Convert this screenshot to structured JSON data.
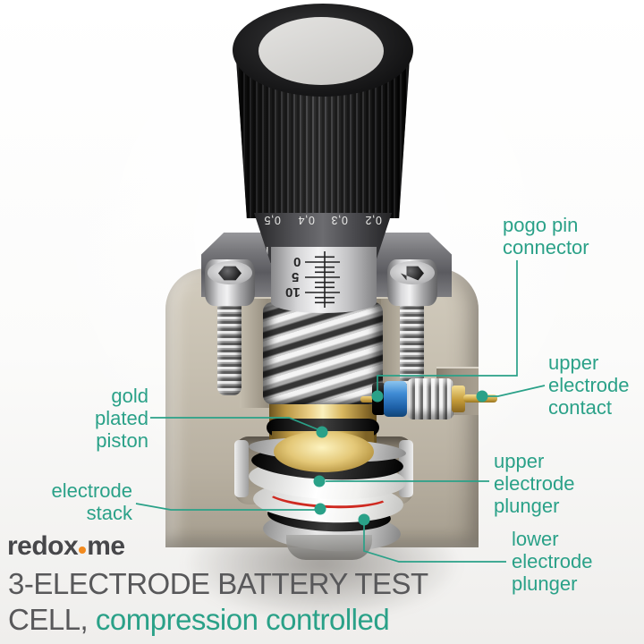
{
  "brand": {
    "logo_part1": "redox",
    "logo_part2": "me"
  },
  "title": {
    "line1": "3-ELECTRODE BATTERY TEST",
    "line2_dark": "CELL,",
    "line2_accent": "compression controlled"
  },
  "colors": {
    "accent_teal": "#2aa188",
    "title_gray": "#58585a",
    "logo_gray": "#47474a",
    "logo_dot_orange": "#f28a1e",
    "piston_gold": "#e8cd85",
    "connector_blue": "#2f7fd0",
    "electrode_stack_red": "#cf2a21",
    "body_tan": "#c6bfb0"
  },
  "labels": {
    "pogo_pin": {
      "lines": [
        "pogo pin",
        "connector"
      ]
    },
    "upper_electrode_contact": {
      "lines": [
        "upper",
        "electrode",
        "contact"
      ]
    },
    "gold_plated_piston": {
      "lines": [
        "gold",
        "plated",
        "piston"
      ]
    },
    "electrode_stack": {
      "lines": [
        "electrode",
        "stack"
      ]
    },
    "upper_electrode_plunger": {
      "lines": [
        "upper",
        "electrode",
        "plunger"
      ]
    },
    "lower_electrode_plunger": {
      "lines": [
        "lower",
        "electrode",
        "plunger"
      ]
    }
  },
  "device": {
    "thimble_scale": [
      "0,5",
      "0,4",
      "0,3",
      "0,2"
    ],
    "sleeve_scale": [
      "0",
      "5",
      "10"
    ]
  }
}
